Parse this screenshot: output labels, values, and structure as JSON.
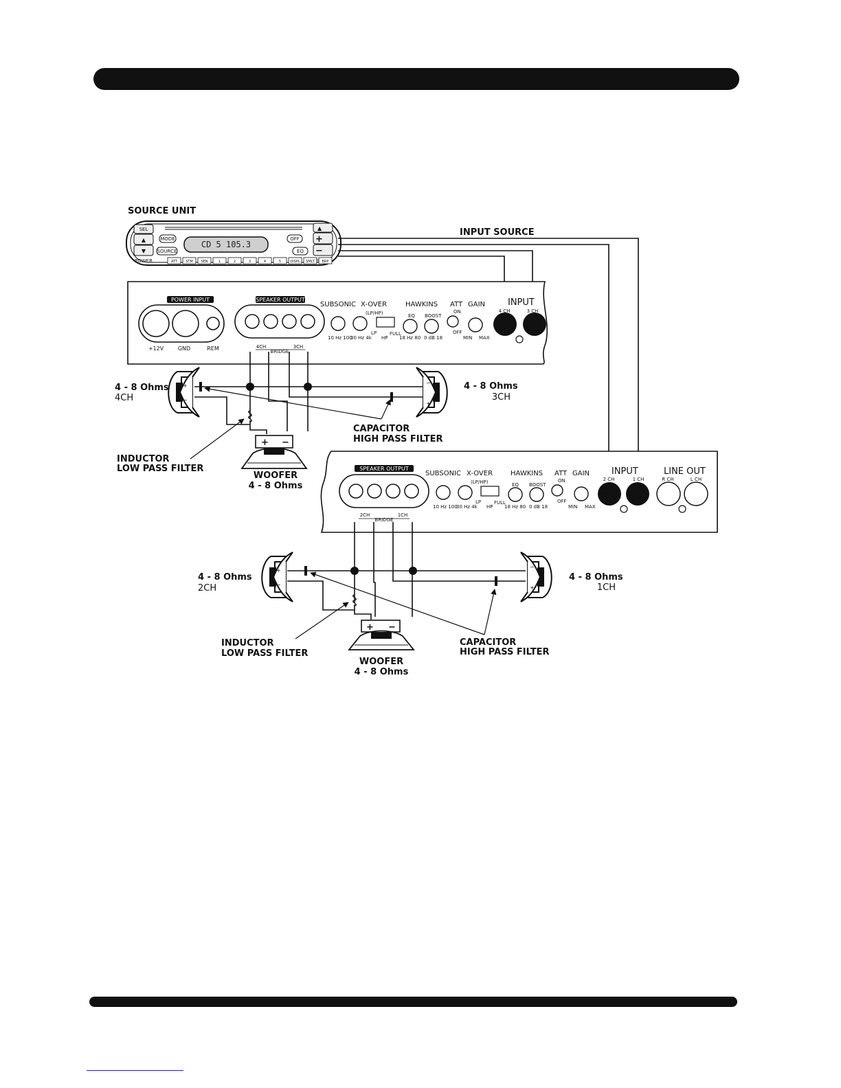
{
  "source_unit": {
    "title": "SOURCE UNIT",
    "display": "CD 5   105.3",
    "left_buttons": [
      "SEL",
      "▲",
      "▼",
      "POWER"
    ],
    "mode_button": "MODE",
    "source_button": "SOURCE",
    "off_button": "OFF",
    "eq_button": "EQ",
    "right_buttons": [
      "▲",
      "+",
      "−",
      "EQ"
    ],
    "bottom_keys": [
      "ATT",
      "STM",
      "SEN",
      "1",
      "2",
      "3",
      "4",
      "5",
      "DISPL",
      "SMLT",
      "BRP"
    ]
  },
  "input_source_label": "INPUT SOURCE",
  "amp_rear": {
    "power_input": "POWER INPUT",
    "terminals": [
      "+12V",
      "GND",
      "REM"
    ],
    "speaker_output": "SPEAKER OUTPUT",
    "bridge": "BRIDGE",
    "ch_a": "4CH",
    "ch_b": "3CH",
    "controls": {
      "subsonic": "SUBSONIC",
      "xover": "X-OVER",
      "xover_sub": "(LP/HP)",
      "hawkins": "HAWKINS",
      "att": "ATT",
      "gain": "GAIN",
      "eq": "EQ",
      "boost": "BOOST",
      "on": "ON",
      "off": "OFF",
      "lp": "LP",
      "hp": "HP",
      "full": "FULL",
      "subsonic_range": "10 Hz 100",
      "xover_range": "30 Hz 4k",
      "eq_range": "18 Hz 80",
      "boost_range": "0 dB 18",
      "min": "MIN",
      "max": "MAX"
    },
    "input": "INPUT",
    "input_a": "4 CH",
    "input_b": "3 CH"
  },
  "amp_front": {
    "speaker_output": "SPEAKER OUTPUT",
    "bridge": "BRIDGE",
    "ch_a": "2CH",
    "ch_b": "1CH",
    "controls": {
      "subsonic": "SUBSONIC",
      "xover": "X-OVER",
      "xover_sub": "(LP/HP)",
      "hawkins": "HAWKINS",
      "att": "ATT",
      "gain": "GAIN",
      "eq": "EQ",
      "boost": "BOOST",
      "on": "ON",
      "off": "OFF",
      "lp": "LP",
      "hp": "HP",
      "full": "FULL",
      "subsonic_range": "10 Hz 100",
      "xover_range": "30 Hz 4k",
      "eq_range": "18 Hz 80",
      "boost_range": "0 dB 18",
      "min": "MIN",
      "max": "MAX"
    },
    "input": "INPUT",
    "input_a": "2 CH",
    "input_b": "1 CH",
    "line_out": "LINE OUT",
    "line_r": "R CH",
    "line_l": "L CH"
  },
  "upper_wiring": {
    "left_ohms": "4 - 8 Ohms",
    "left_ch": "4CH",
    "right_ohms": "4 - 8 Ohms",
    "right_ch": "3CH",
    "capacitor": "CAPACITOR",
    "capacitor_sub": "HIGH PASS FILTER",
    "inductor": "INDUCTOR",
    "inductor_sub": "LOW PASS FILTER",
    "woofer": "WOOFER",
    "woofer_ohms": "4 - 8 Ohms"
  },
  "lower_wiring": {
    "left_ohms": "4 - 8 Ohms",
    "left_ch": "2CH",
    "right_ohms": "4 - 8 Ohms",
    "right_ch": "1CH",
    "capacitor": "CAPACITOR",
    "capacitor_sub": "HIGH PASS FILTER",
    "inductor": "INDUCTOR",
    "inductor_sub": "LOW PASS FILTER",
    "woofer": "WOOFER",
    "woofer_ohms": "4 - 8 Ohms"
  },
  "polarity": {
    "plus": "+",
    "minus": "−"
  }
}
